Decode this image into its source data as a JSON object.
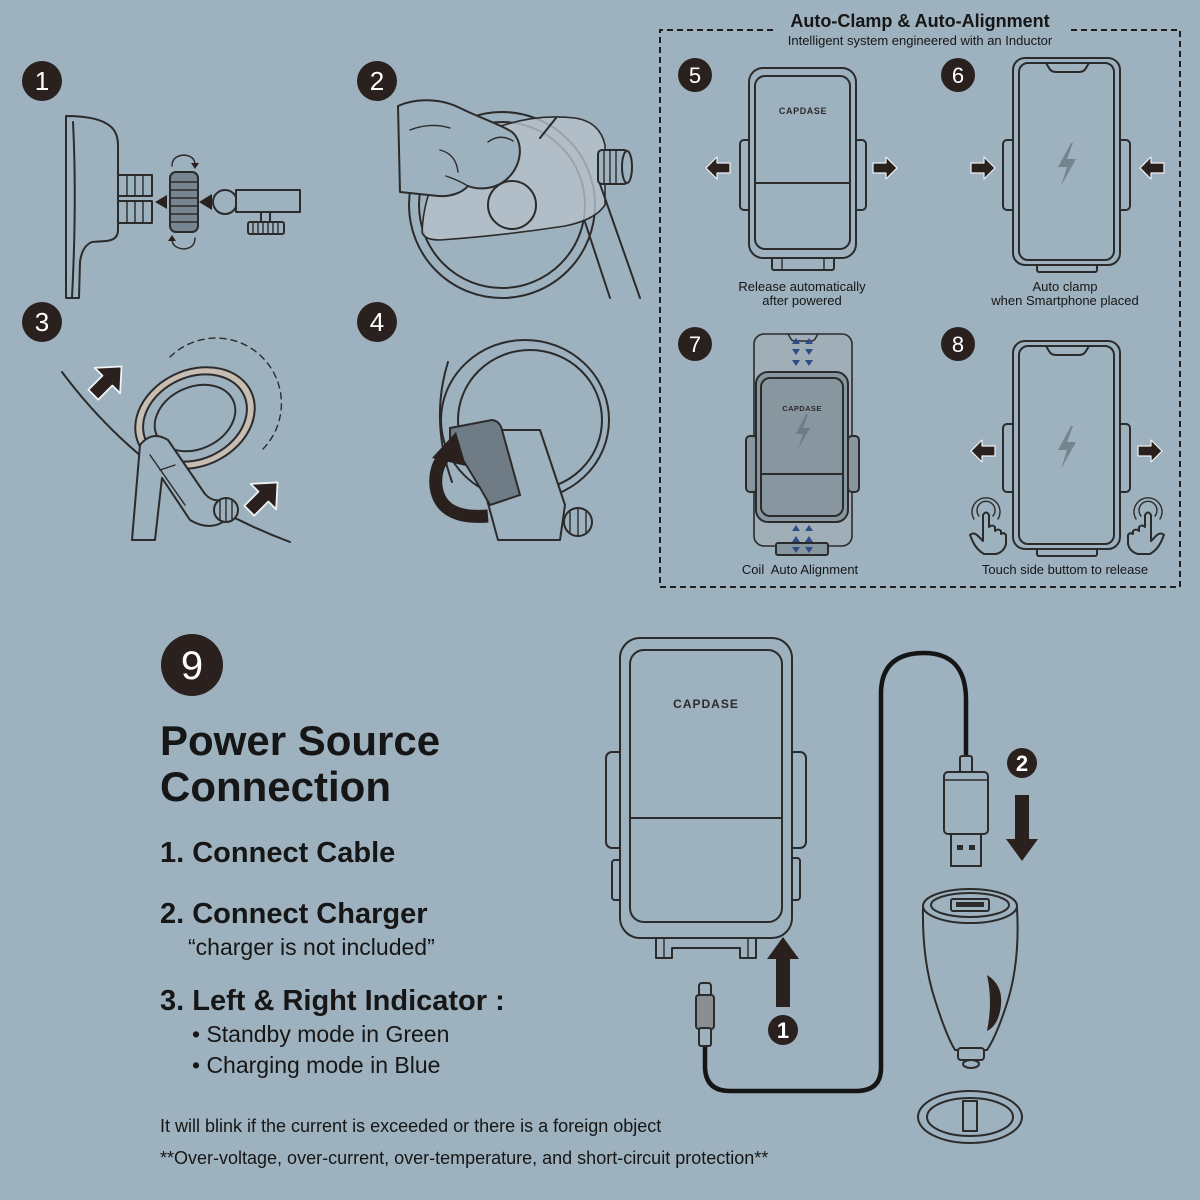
{
  "page": {
    "background": "#9db1be",
    "ink": "#2a211e",
    "text": "#161616",
    "alignment_arrow_color": "#2e4c87"
  },
  "installation_steps": [
    {
      "number": "1"
    },
    {
      "number": "2"
    },
    {
      "number": "3"
    },
    {
      "number": "4"
    }
  ],
  "auto_clamp_panel": {
    "title": "Auto-Clamp & Auto-Alignment",
    "subtitle": "Intelligent system engineered with an Inductor",
    "steps": [
      {
        "number": "5",
        "logo": "CAPDASE",
        "caption_lines": [
          "Release automatically",
          "after powered"
        ],
        "icons": [
          "arrow-left-icon",
          "arrow-right-icon"
        ]
      },
      {
        "number": "6",
        "caption_lines": [
          "Auto clamp",
          "when Smartphone placed"
        ],
        "icons": [
          "arrow-right-icon",
          "arrow-left-icon",
          "lightning-icon"
        ]
      },
      {
        "number": "7",
        "logo": "CAPDASE",
        "caption_lines": [
          "Coil  Auto Alignment"
        ],
        "icons": [
          "alignment-triangles-icon",
          "lightning-icon"
        ]
      },
      {
        "number": "8",
        "caption_lines": [
          "Touch side buttom to release"
        ],
        "icons": [
          "arrow-left-icon",
          "arrow-right-icon",
          "hand-touch-icon",
          "lightning-icon"
        ]
      }
    ]
  },
  "power_source": {
    "number": "9",
    "title_lines": [
      "Power Source",
      "Connection"
    ],
    "instructions": [
      {
        "label": "1. Connect Cable"
      },
      {
        "label": "2. Connect Charger",
        "note": "“charger is not included”"
      },
      {
        "label": "3. Left & Right Indicator :",
        "bullets": [
          "• Standby mode in Green",
          "• Charging mode in Blue"
        ]
      }
    ],
    "footnotes": [
      "It will blink if the current is exceeded or there is a foreign object",
      "**Over-voltage, over-current, over-temperature, and short-circuit protection**"
    ],
    "illustration": {
      "logo": "CAPDASE",
      "cable_step_badges": [
        "1",
        "2"
      ]
    }
  }
}
